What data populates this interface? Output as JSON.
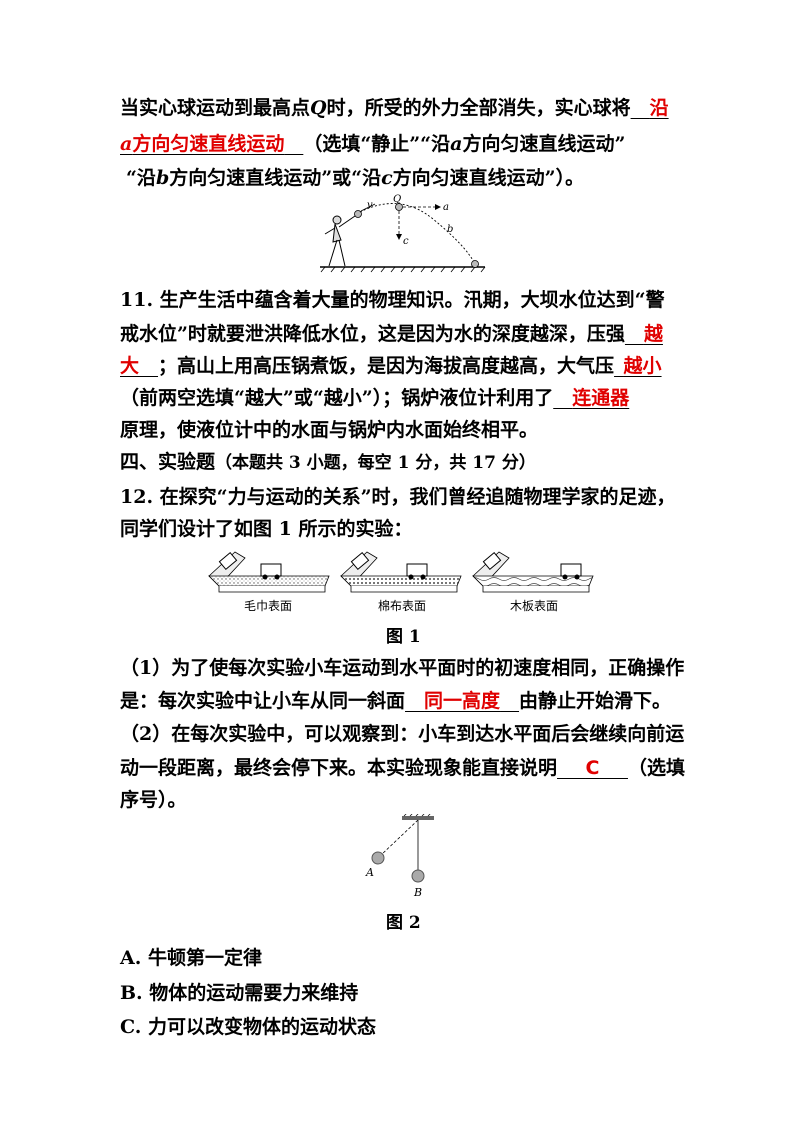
{
  "q10": {
    "l1_pre": "当实心球运动到最高点",
    "l1_q": "Q",
    "l1_mid": "时，所受的外力全部消失，实心球将",
    "ans_a": "沿",
    "ans_b_it": "a",
    "ans_b": "方向匀速直线运动",
    "l2_tail": "（选填“静止”“沿",
    "l2_a": "a",
    "l2_tail2": "方向匀速直线运动”",
    "l3_a": "“沿",
    "l3_b": "b",
    "l3_c": "方向匀速直线运动”或“沿",
    "l3_d": "c",
    "l3_e": "方向匀速直线运动”）。",
    "fig_labels": {
      "v": "v",
      "Q": "Q",
      "a": "a",
      "b": "b",
      "c": "c"
    }
  },
  "q11": {
    "l1": "11. 生产生活中蕴含着大量的物理知识。汛期，大坝水位达到“警",
    "l2_pre": "戒水位”时就要泄洪降低水位，这是因为水的深度越深，压强",
    "ans1_a": "越",
    "ans1_b": "大",
    "l3_mid": "；高山上用高压锅煮饭，是因为海拔高度越高，大气压",
    "ans2": "越小",
    "l4_pre": "（前两空选填“越大”或“越小”）；锅炉液位计利用了",
    "ans3": "连通器",
    "l5": "原理，使液位计中的水面与锅炉内水面始终相平。"
  },
  "section4": {
    "title": "四、实验题",
    "note": "（本题共 3 小题，每空 1 分，共 17 分）"
  },
  "q12": {
    "l1": "12. 在探究“力与运动的关系”时，我们曾经追随物理学家的足迹，",
    "l2": "同学们设计了如图 1 所示的实验：",
    "surfaces": [
      "毛巾表面",
      "棉布表面",
      "木板表面"
    ],
    "fig1": "图 1",
    "p1_l1": "（1）为了使每次实验小车运动到水平面时的初速度相同，正确操作",
    "p1_l2_pre": "是：每次实验中让小车从同一斜面",
    "ans1": "同一高度",
    "p1_l2_post": "由静止开始滑下。",
    "p2_l1": "（2）在每次实验中，可以观察到：小车到达水平面后会继续向前运",
    "p2_l2_pre": "动一段距离，最终会停下来。本实验现象能直接说明",
    "ans2": "C",
    "p2_l2_post": "（选填",
    "p2_l3": "序号）。",
    "fig2_labels": {
      "A": "A",
      "B": "B"
    },
    "fig2": "图 2",
    "options": [
      "A. 牛顿第一定律",
      "B. 物体的运动需要力来维持",
      "C. 力可以改变物体的运动状态"
    ]
  }
}
